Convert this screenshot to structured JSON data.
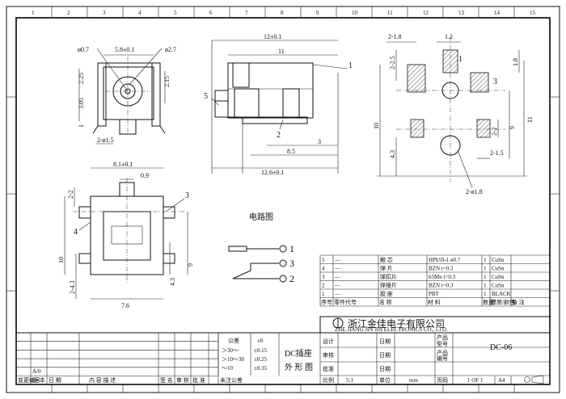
{
  "border": {
    "top_numbers": [
      "1",
      "2",
      "3",
      "4",
      "5",
      "6",
      "7",
      "8",
      "9",
      "10",
      "11",
      "12",
      "13",
      "14",
      "15"
    ]
  },
  "front_view": {
    "dims": {
      "hole_dia": "ø0.7",
      "width": "5.8±0.1",
      "outer_dia": "ø2.7",
      "h_left": "2.25",
      "h_right": "2.15",
      "h_lower": "3.05",
      "h_base": "1",
      "slots": "2-ø1.5"
    }
  },
  "side_view": {
    "dims": {
      "overall": "12±0.1",
      "body": "11",
      "len2": "3",
      "len3": "8.5",
      "total": "12.6±0.1"
    },
    "callouts": [
      "1",
      "2",
      "5"
    ]
  },
  "bottom_view": {
    "dims": {
      "width": "8.1±0.1",
      "tab": "0.9",
      "pin_pitch": "2-2",
      "height": "10",
      "right_height": "9",
      "lower": "4.3",
      "left_lower": "2-4.3",
      "base_width": "7.6"
    },
    "callouts": [
      "3",
      "4"
    ]
  },
  "pcb_layout": {
    "dims": {
      "top_left": "2-1.8",
      "top_pad": "1.2",
      "left_gap": "2-2.5",
      "right_h": "1.8",
      "height": "10",
      "right_height": "11",
      "right_mid": "2-2",
      "right_pitch": "9",
      "left_low": "4.3",
      "right_low": "2-1.5",
      "holes": "2-ø1.8"
    },
    "callouts": [
      "1",
      "3"
    ]
  },
  "circuit": {
    "title": "电路图",
    "pins": [
      "1",
      "3",
      "2"
    ]
  },
  "bom": {
    "rows": [
      {
        "seq": "5",
        "code": "—",
        "name": "触 芯",
        "material": "HPb59-1 ø0.7",
        "qty": "1",
        "finish": "CuSn",
        "note": ""
      },
      {
        "seq": "4",
        "code": "—",
        "name": "弹 片",
        "material": "BZN t=0.3",
        "qty": "1",
        "finish": "CuSn",
        "note": ""
      },
      {
        "seq": "3",
        "code": "—",
        "name": "弹扣片",
        "material": "65Mn t=0.3",
        "qty": "1",
        "finish": "CuSn",
        "note": ""
      },
      {
        "seq": "2",
        "code": "—",
        "name": "焊接片",
        "material": "BZN t=0.3",
        "qty": "1",
        "finish": "CuSn",
        "note": ""
      },
      {
        "seq": "1",
        "code": "—",
        "name": "胶 座",
        "material": "PBT",
        "qty": "1",
        "finish": "BLACK",
        "note": ""
      }
    ],
    "headers": [
      "序号",
      "零件代号",
      "名    称",
      "材    料",
      "数量",
      "镀层/颜色",
      "备  注"
    ]
  },
  "company": {
    "name_cn": "浙江金佳电子有限公司",
    "name_en": "ZHE  JIANG  JIN  JIA  ELECTRONICS  CO.,  LTD."
  },
  "title_block": {
    "tolerance_header": [
      "公差",
      "±0"
    ],
    "tolerances": [
      [
        "＞30～",
        "±0.15"
      ],
      [
        "＞10～30",
        "±0.25"
      ],
      [
        "～10",
        "±0.35"
      ]
    ],
    "part_name_line1": "DC插座",
    "part_name_line2": "外 形 图",
    "design": "设计",
    "check": "审核",
    "approve": "批准",
    "date": "日期",
    "product": "产品",
    "model": "型号",
    "product_no": "产品",
    "number": "编号",
    "drawing_no": "DC-06",
    "scale_label": "比例",
    "scale_value": "5:1",
    "unit_label": "单位",
    "unit_value": "mm",
    "sheet_label": "页码",
    "sheet_value": "1 OF 1",
    "size_value": "A4",
    "rev_labels": [
      "变更编号",
      "版 本",
      "日 期",
      "内 容 描 述",
      "签 名",
      "审 核",
      "批 准",
      "未注公差"
    ],
    "rev_rows": [
      [
        "",
        "A/0",
        "",
        "",
        "",
        "",
        "",
        ""
      ]
    ]
  }
}
